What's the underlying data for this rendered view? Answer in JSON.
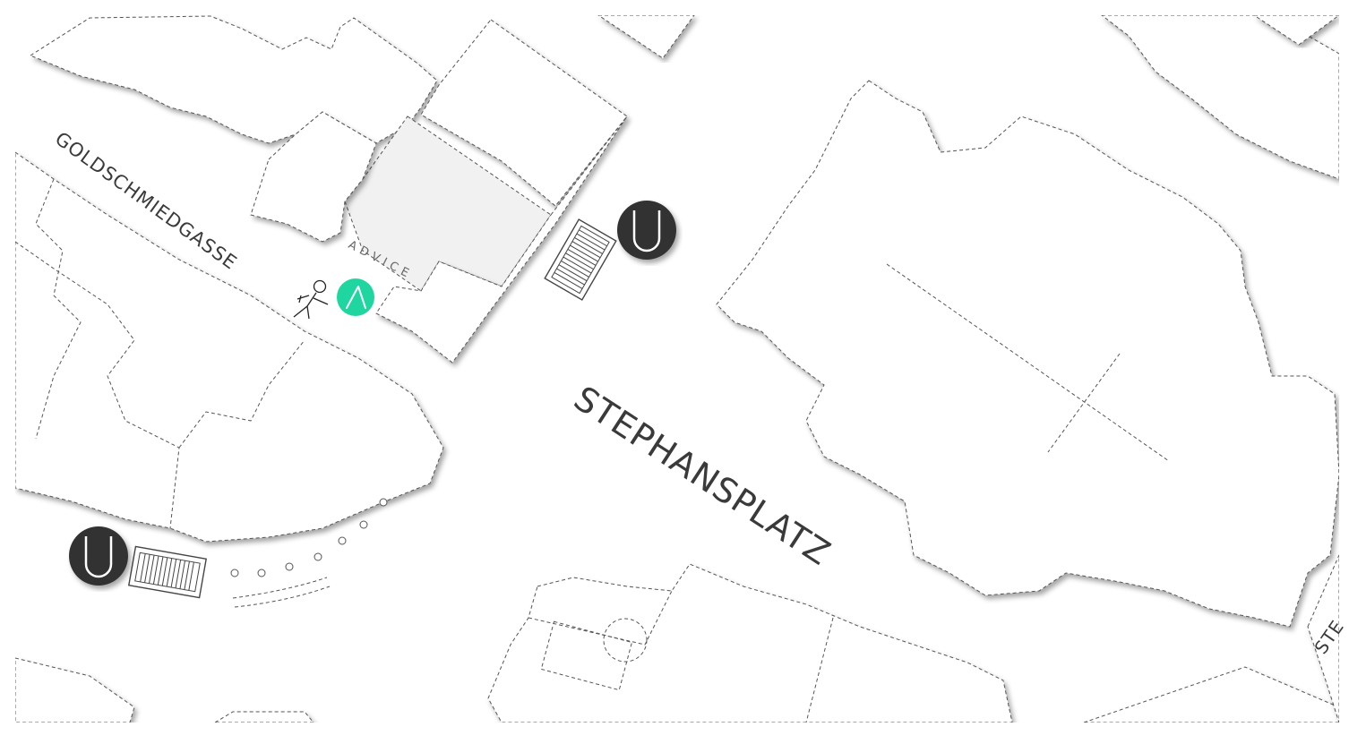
{
  "map": {
    "streets": {
      "goldschmiedgasse": "GOLDSCHMIEDGASSE",
      "stephansplatz": "STEPHANSPLATZ",
      "edge": "STE"
    },
    "shop_label": "ADVICE",
    "colors": {
      "shop_marker": "#1fd6a0",
      "subway_marker": "#333333",
      "highlight_block": "#f1f1f1",
      "outline": "#555555"
    },
    "icons": {
      "shop_marker": "advice-logo-icon",
      "pedestrian": "pedestrian-icon",
      "subway": "u-bahn-icon",
      "stairs": "stairs-icon"
    }
  }
}
